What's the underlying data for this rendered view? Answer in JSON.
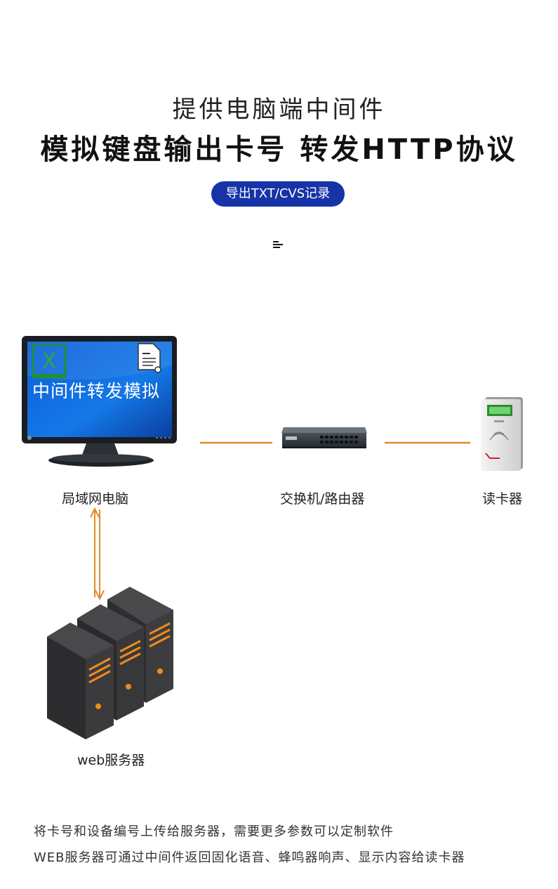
{
  "header": {
    "subtitle": "提供电脑端中间件",
    "title": "模拟键盘输出卡号 转发HTTP协议",
    "badge": "导出TXT/CVS记录"
  },
  "diagram": {
    "monitor_text": "中间件转发模拟",
    "excel_glyph": "X",
    "nodes": {
      "pc": "局域网电脑",
      "switch": "交换机/路由器",
      "reader": "读卡器",
      "server": "web服务器"
    }
  },
  "footer": {
    "line1": "将卡号和设备编号上传给服务器，需要更多参数可以定制软件",
    "line2": "WEB服务器可通过中间件返回固化语音、蜂鸣器响声、显示内容给读卡器"
  },
  "colors": {
    "accent_blue": "#1634a8",
    "connector_orange": "#e28a2b",
    "server_dark": "#3a3a3c",
    "server_orange": "#f08a1c"
  },
  "icons": [
    "menu-icon",
    "excel-icon",
    "document-icon",
    "monitor-icon",
    "switch-icon",
    "card-reader-icon",
    "server-icon"
  ]
}
